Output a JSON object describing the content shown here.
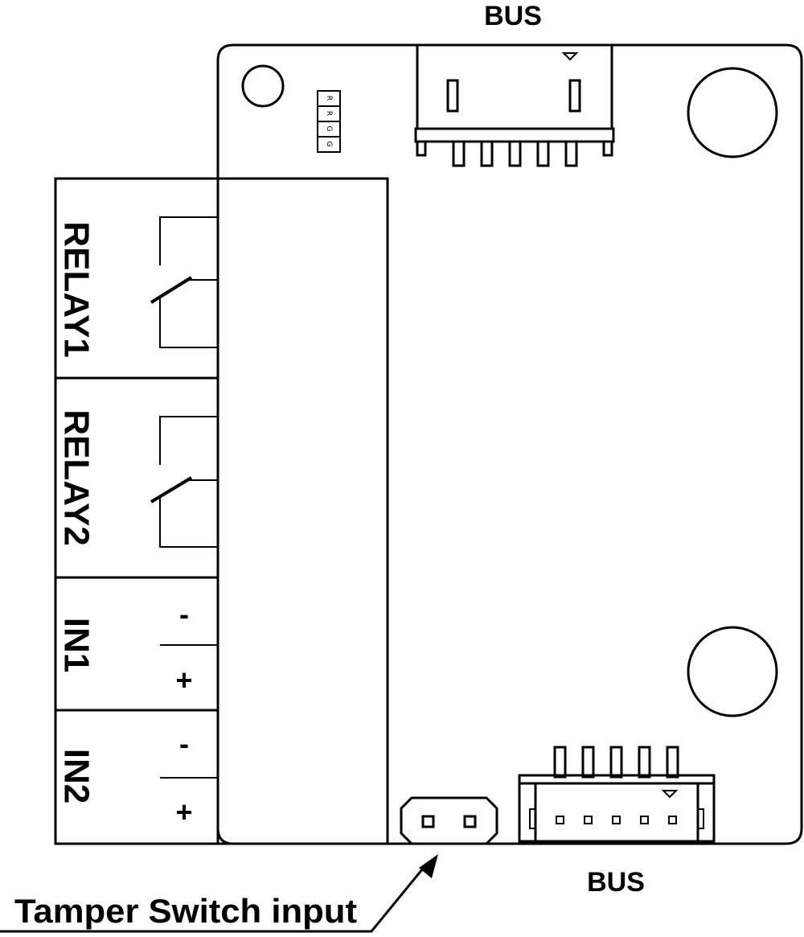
{
  "labels": {
    "bus_top": "BUS",
    "bus_bottom": "BUS",
    "relay1": "RELAY1",
    "relay2": "RELAY2",
    "in1": "IN1",
    "in2": "IN2",
    "in1_minus": "-",
    "in1_plus": "+",
    "in2_minus": "-",
    "in2_plus": "+",
    "tamper": "Tamper Switch input"
  },
  "leds": [
    "R",
    "R",
    "G",
    "G"
  ],
  "colors": {
    "line": "#000000",
    "background": "#ffffff"
  }
}
